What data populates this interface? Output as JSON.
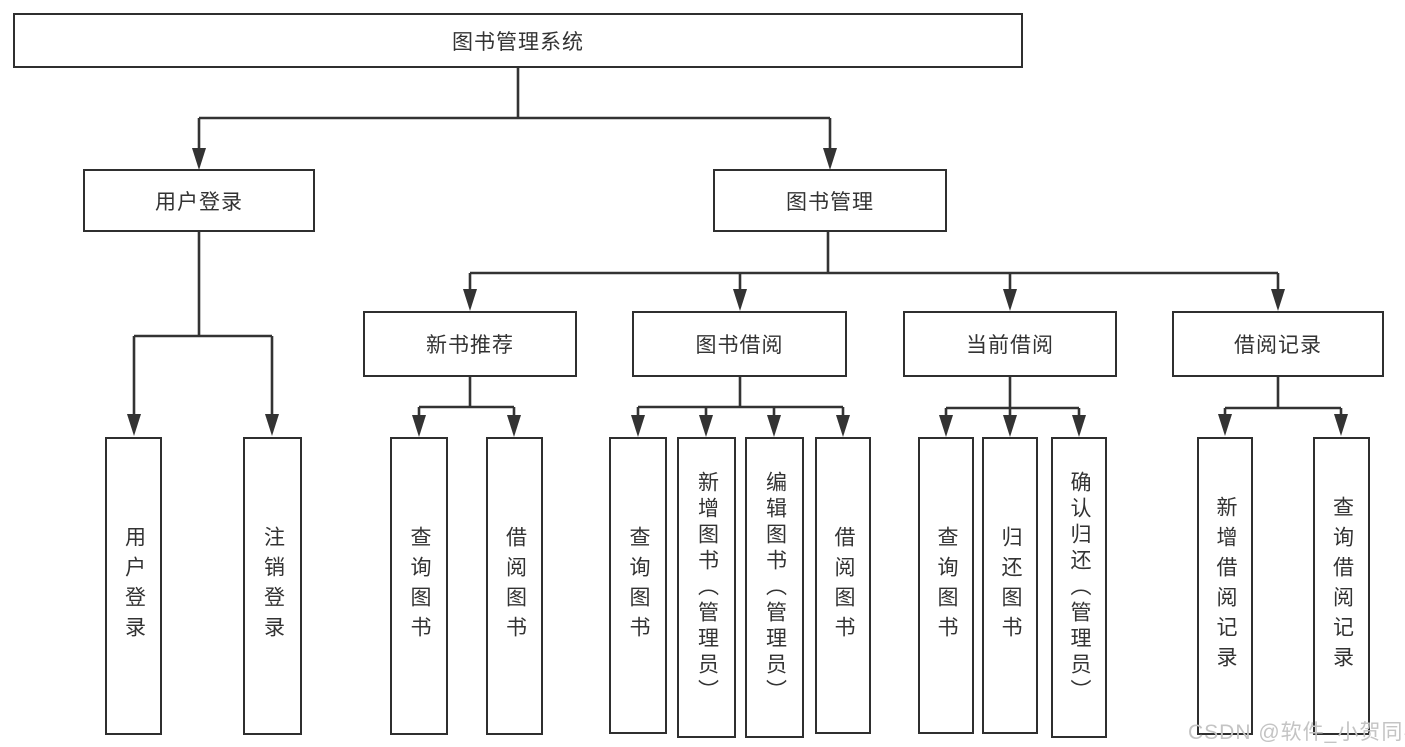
{
  "diagram": {
    "root": {
      "label": "图书管理系统"
    },
    "branches": [
      {
        "label": "用户登录",
        "children": [
          {
            "label": "用户登录"
          },
          {
            "label": "注销登录"
          }
        ]
      },
      {
        "label": "图书管理",
        "children": [
          {
            "label": "新书推荐",
            "children": [
              {
                "label": "查询图书"
              },
              {
                "label": "借阅图书"
              }
            ]
          },
          {
            "label": "图书借阅",
            "children": [
              {
                "label": "查询图书"
              },
              {
                "label": "新增图书（管理员）"
              },
              {
                "label": "编辑图书（管理员）"
              },
              {
                "label": "借阅图书"
              }
            ]
          },
          {
            "label": "当前借阅",
            "children": [
              {
                "label": "查询图书"
              },
              {
                "label": "归还图书"
              },
              {
                "label": "确认归还（管理员）"
              }
            ]
          },
          {
            "label": "借阅记录",
            "children": [
              {
                "label": "新增借阅记录"
              },
              {
                "label": "查询借阅记录"
              }
            ]
          }
        ]
      }
    ],
    "watermark": "CSDN @软件_小贺同学",
    "colors": {
      "line": "#333333",
      "box_border": "#2f2f2f",
      "text": "#333333",
      "watermark": "#c4c4c4",
      "background": "#ffffff"
    }
  }
}
